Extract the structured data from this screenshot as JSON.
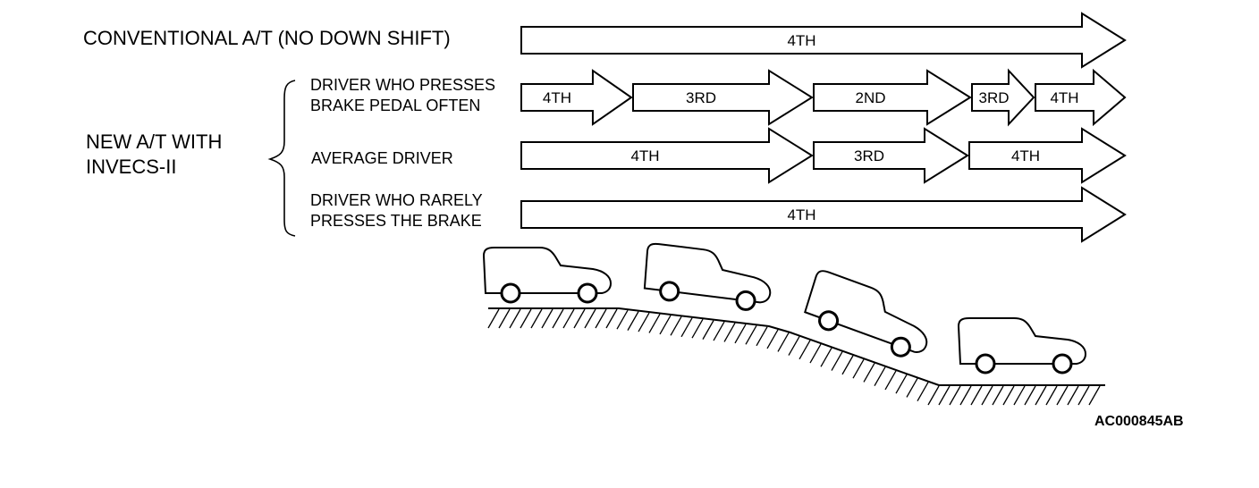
{
  "rows": [
    {
      "label": "CONVENTIONAL A/T (NO DOWN SHIFT)",
      "segments": [
        "4TH"
      ]
    },
    {
      "label_lines": [
        "DRIVER WHO PRESSES",
        "BRAKE PEDAL OFTEN"
      ],
      "segments": [
        "4TH",
        "3RD",
        "2ND",
        "3RD",
        "4TH"
      ]
    },
    {
      "label": "AVERAGE DRIVER",
      "segments": [
        "4TH",
        "3RD",
        "4TH"
      ]
    },
    {
      "label_lines": [
        "DRIVER WHO RARELY",
        "PRESSES THE BRAKE"
      ],
      "segments": [
        "4TH"
      ]
    }
  ],
  "group_label_lines": [
    "NEW A/T WITH",
    "INVECS-II"
  ],
  "figure_code": "AC000845AB",
  "illustration": {
    "vehicle_icon": "car-icon",
    "terrain": "downhill-slope"
  }
}
